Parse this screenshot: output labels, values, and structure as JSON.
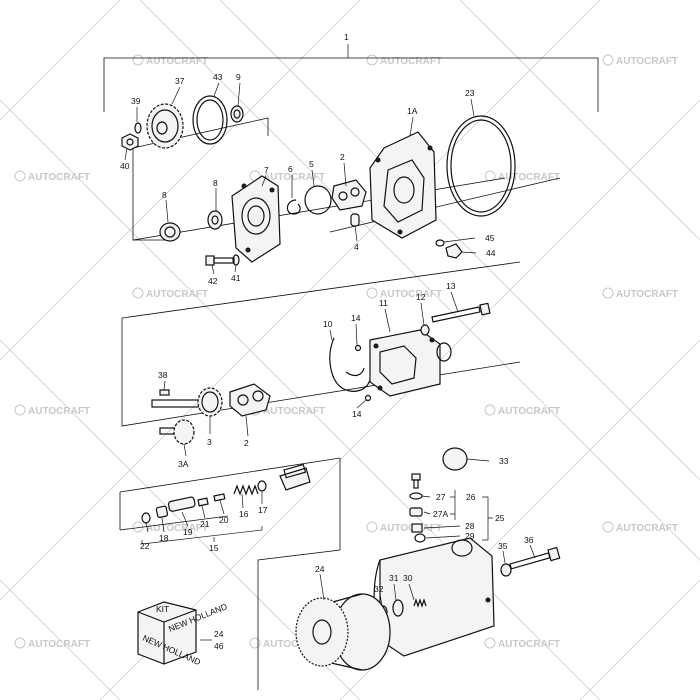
{
  "watermark": {
    "text": "AUTOCRAFT"
  },
  "callouts": {
    "c1": "1",
    "c1A": "1A",
    "c2a": "2",
    "c2b": "2",
    "c3": "3",
    "c3A": "3A",
    "c4": "4",
    "c5": "5",
    "c6": "6",
    "c7": "7",
    "c8a": "8",
    "c8b": "8",
    "c9": "9",
    "c10": "10",
    "c11": "11",
    "c12": "12",
    "c13": "13",
    "c14a": "14",
    "c14b": "14",
    "c15": "15",
    "c16": "16",
    "c17": "17",
    "c18": "18",
    "c19": "19",
    "c20": "20",
    "c21": "21",
    "c22": "22",
    "c23": "23",
    "c24a": "24",
    "c24b": "24",
    "c25": "25",
    "c26": "26",
    "c27": "27",
    "c27A": "27A",
    "c28": "28",
    "c29": "29",
    "c30": "30",
    "c31": "31",
    "c32": "32",
    "c33": "33",
    "c35": "35",
    "c36": "36",
    "c37": "37",
    "c38": "38",
    "c39": "39",
    "c40": "40",
    "c41": "41",
    "c42": "42",
    "c43": "43",
    "c44": "44",
    "c45": "45",
    "c46": "46"
  },
  "kit_box": {
    "label": "KIT",
    "brand": "NEW HOLLAND"
  }
}
